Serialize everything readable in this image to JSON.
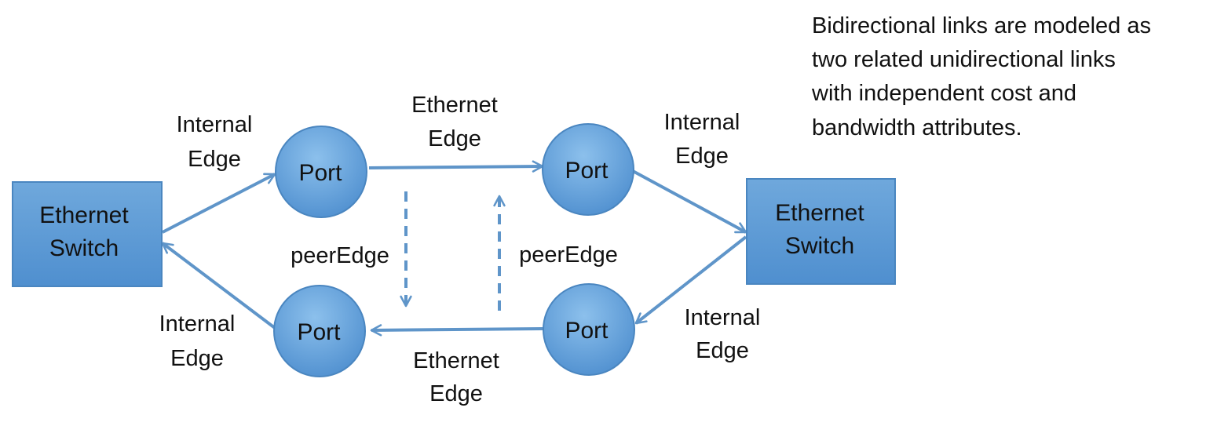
{
  "colors": {
    "node_fill": "#5b9bd5",
    "node_stroke": "#4a86c0",
    "edge": "#5f95c9",
    "text": "#111111"
  },
  "nodes": {
    "switch_left": {
      "line1": "Ethernet",
      "line2": "Switch"
    },
    "switch_right": {
      "line1": "Ethernet",
      "line2": "Switch"
    },
    "port_top_left": {
      "label": "Port"
    },
    "port_top_right": {
      "label": "Port"
    },
    "port_bottom_left": {
      "label": "Port"
    },
    "port_bottom_right": {
      "label": "Port"
    }
  },
  "edges": {
    "internal_top_left": {
      "line1": "Internal",
      "line2": "Edge"
    },
    "internal_bottom_left": {
      "line1": "Internal",
      "line2": "Edge"
    },
    "internal_top_right": {
      "line1": "Internal",
      "line2": "Edge"
    },
    "internal_bottom_right": {
      "line1": "Internal",
      "line2": "Edge"
    },
    "ethernet_top": {
      "line1": "Ethernet",
      "line2": "Edge"
    },
    "ethernet_bottom": {
      "line1": "Ethernet",
      "line2": "Edge"
    },
    "peer_left": {
      "label": "peerEdge"
    },
    "peer_right": {
      "label": "peerEdge"
    }
  },
  "note": {
    "line1": "Bidirectional links are modeled as",
    "line2": "two related unidirectional links",
    "line3": "with independent cost and",
    "line4": "bandwidth attributes."
  }
}
